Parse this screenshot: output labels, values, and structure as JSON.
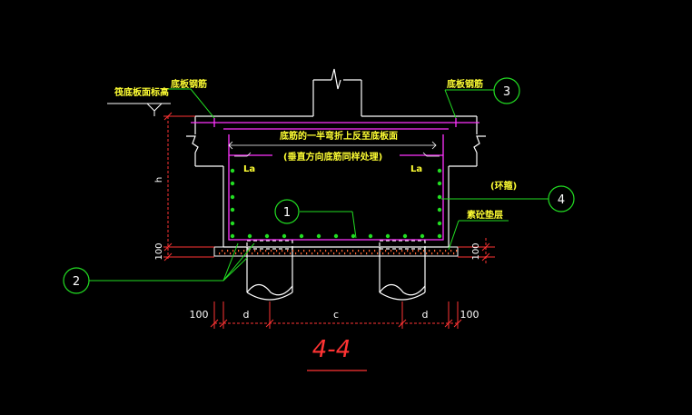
{
  "labels": {
    "raft_top_elev": "筏底板面标高",
    "bottom_rebar_left": "底板钢筋",
    "bottom_rebar_right": "底板钢筋",
    "note_line1": "底筋的一半弯折上反至底板面",
    "note_line2": "(垂直方向底筋同样处理)",
    "la_left": "La",
    "la_right": "La",
    "hook": "(环箍)",
    "cushion": "素砼垫层",
    "h": "h",
    "dim_100_left_vertical": "100",
    "dim_100_right_vertical": "100"
  },
  "callouts": [
    "1",
    "2",
    "3",
    "4"
  ],
  "dims": {
    "left_100": "100",
    "d_left": "d",
    "c": "c",
    "d_right": "d",
    "right_100": "100"
  },
  "section_title": "4-4",
  "colors": {
    "background": "#000000",
    "structure": "#ffffff",
    "rebar": "#ff33ff",
    "rebar_dots": "#22dd22",
    "callout": "#22dd22",
    "dimension": "#ff3333",
    "label": "#ffff33",
    "cushion": "#ff6633"
  }
}
